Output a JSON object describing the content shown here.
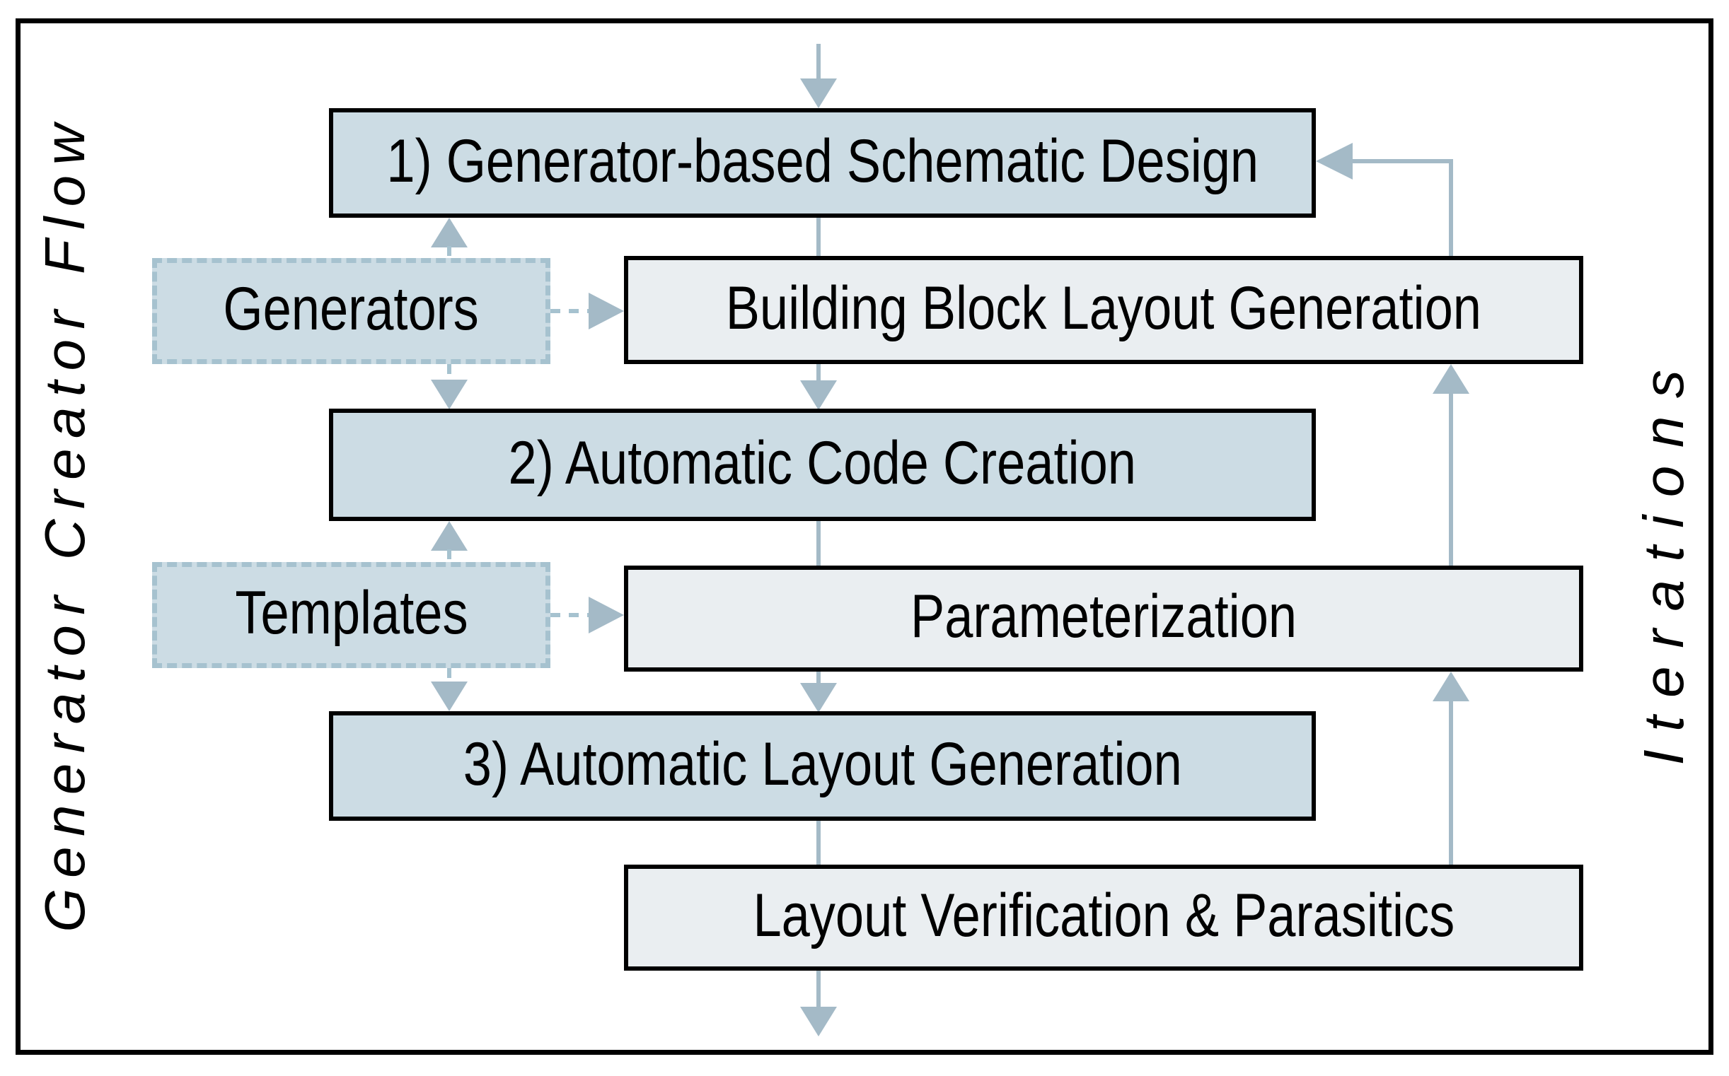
{
  "diagram": {
    "side_labels": {
      "left": "Generator Creator Flow",
      "right": "Iterations"
    },
    "boxes": {
      "step1": {
        "label": "1) Generator-based Schematic Design",
        "kind": "step"
      },
      "generators": {
        "label": "Generators",
        "kind": "resource"
      },
      "building_block": {
        "label": "Building Block Layout Generation",
        "kind": "sub"
      },
      "step2": {
        "label": "2) Automatic Code Creation",
        "kind": "step"
      },
      "templates": {
        "label": "Templates",
        "kind": "resource"
      },
      "parameterization": {
        "label": "Parameterization",
        "kind": "sub"
      },
      "step3": {
        "label": "3) Automatic Layout Generation",
        "kind": "step"
      },
      "layout_verification": {
        "label": "Layout Verification & Parasitics",
        "kind": "sub"
      }
    },
    "connections": [
      "entry -> step1",
      "step1 -> building_block",
      "building_block -> step2",
      "step2 -> parameterization",
      "parameterization -> step3",
      "step3 -> layout_verification",
      "layout_verification -> exit",
      "generators -> step1 (dashed)",
      "generators -> building_block (dashed)",
      "generators -> step2 (dashed)",
      "templates -> step2 (dashed)",
      "templates -> parameterization (dashed)",
      "templates -> step3 (dashed)",
      "layout_verification -> parameterization (feedback)",
      "parameterization -> building_block (feedback)",
      "building_block -> step1 (feedback)"
    ],
    "colors": {
      "step_fill": "#ccdce4",
      "sub_fill": "#eaeef1",
      "arrow": "#a4bac7",
      "dashed_border": "#a6c2cf",
      "border": "#000000"
    }
  }
}
